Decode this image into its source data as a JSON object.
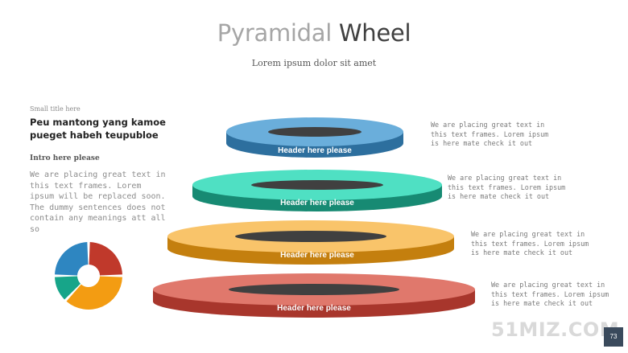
{
  "title": {
    "part1": "Pyramidal",
    "part2": "Wheel"
  },
  "subtitle": "Lorem ipsum dolor sit amet",
  "left": {
    "small_title": "Small title here",
    "headline": "Peu mantong yang kamoe pueget habeh teupubloe",
    "intro_label": "Intro here please",
    "body": "We are placing great text in this text frames. Lorem ipsum will be replaced soon. The dummy sentences does not contain any meanings att all so"
  },
  "tiers": [
    {
      "header": "Header here please",
      "top_color": "#6aaedb",
      "side_color": "#2d6f9e",
      "side_text": "We are placing great text in this text frames. Lorem ipsum is here mate check it out"
    },
    {
      "header": "Header here please",
      "top_color": "#4fe0c3",
      "side_color": "#178a73",
      "side_text": "We are placing great text in this text frames. Lorem ipsum is here mate check it out"
    },
    {
      "header": "Header here please",
      "top_color": "#f9c46a",
      "side_color": "#c47f0e",
      "side_text": "We are placing great text in this text frames. Lorem ipsum is here mate check it out"
    },
    {
      "header": "Header here please",
      "top_color": "#e0786c",
      "side_color": "#a8362c",
      "side_text": "We are placing great text in this text frames. Lorem ipsum is here mate check it out"
    }
  ],
  "donut": {
    "segments": [
      {
        "value": 25,
        "color": "#c0392b"
      },
      {
        "value": 37,
        "color": "#f39c12"
      },
      {
        "value": 13,
        "color": "#17a589"
      },
      {
        "value": 25,
        "color": "#2e86c1"
      }
    ]
  },
  "watermark": "51MIZ.COM",
  "page_number": "73"
}
